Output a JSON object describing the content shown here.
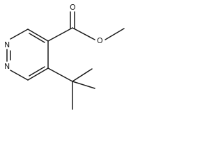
{
  "molecule": {
    "atoms": {
      "N1": "N",
      "N2": "N",
      "O_carbonyl": "O",
      "O_ester": "O"
    }
  }
}
